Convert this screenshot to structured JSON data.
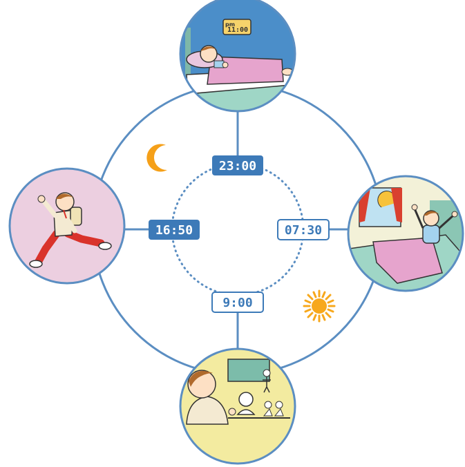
{
  "diagram": {
    "times": {
      "night": "23:00",
      "wake": "07:30",
      "school": "9:00",
      "afternoon": "16:50"
    },
    "clock": {
      "period": "pm",
      "time": "11:00"
    },
    "icons": {
      "night": "moon-icon",
      "day": "sun-icon"
    },
    "colors": {
      "ring": "#5b8ec2",
      "label_filled": "#3d7ab8",
      "sleep_bg": "#4b8ec9",
      "wake_bg": "#f3f1d8",
      "school_bg": "#f3eba0",
      "run_bg": "#eccfe0",
      "moon": "#f5a019",
      "sun": "#f7a81c"
    }
  }
}
